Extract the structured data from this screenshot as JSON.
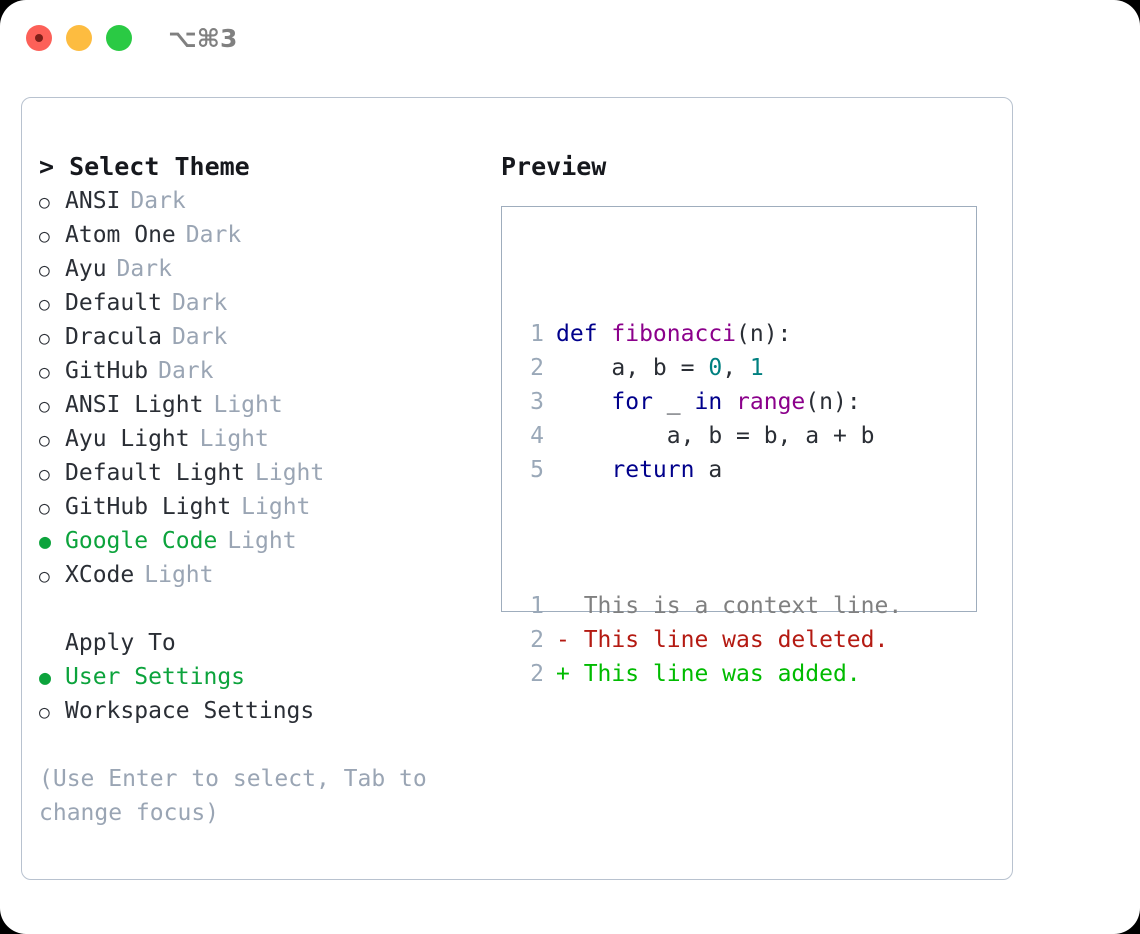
{
  "titlebar": {
    "shortcut": "⌥⌘3",
    "lights": [
      {
        "name": "close",
        "color": "#fc6058"
      },
      {
        "name": "minimize",
        "color": "#fdbc40"
      },
      {
        "name": "zoom",
        "color": "#2aca44"
      }
    ]
  },
  "theme_picker": {
    "heading": "> Select Theme",
    "selected_bullet": "●",
    "unselected_bullet": "○",
    "selected_color": "#0ca33c",
    "kind_color": "#9aa5b4",
    "options": [
      {
        "label": "ANSI",
        "kind": "Dark",
        "selected": false
      },
      {
        "label": "Atom One",
        "kind": "Dark",
        "selected": false
      },
      {
        "label": "Ayu",
        "kind": "Dark",
        "selected": false
      },
      {
        "label": "Default",
        "kind": "Dark",
        "selected": false
      },
      {
        "label": "Dracula",
        "kind": "Dark",
        "selected": false
      },
      {
        "label": "GitHub",
        "kind": "Dark",
        "selected": false
      },
      {
        "label": "ANSI Light",
        "kind": "Light",
        "selected": false
      },
      {
        "label": "Ayu Light",
        "kind": "Light",
        "selected": false
      },
      {
        "label": "Default Light",
        "kind": "Light",
        "selected": false
      },
      {
        "label": "GitHub Light",
        "kind": "Light",
        "selected": false
      },
      {
        "label": "Google Code",
        "kind": "Light",
        "selected": true
      },
      {
        "label": "XCode",
        "kind": "Light",
        "selected": false
      }
    ]
  },
  "apply_to": {
    "heading": "Apply To",
    "options": [
      {
        "label": "User Settings",
        "selected": true
      },
      {
        "label": "Workspace Settings",
        "selected": false
      }
    ]
  },
  "hint": "(Use Enter to select, Tab to change focus)",
  "preview": {
    "heading": "Preview",
    "code_lines": [
      {
        "no": "1",
        "tokens": [
          {
            "text": "def ",
            "cls": "t-kw"
          },
          {
            "text": "fibonacci",
            "cls": "t-fn"
          },
          {
            "text": "(n):",
            "cls": "t-pln"
          }
        ]
      },
      {
        "no": "2",
        "tokens": [
          {
            "text": "    a, b = ",
            "cls": "t-pln"
          },
          {
            "text": "0",
            "cls": "t-num"
          },
          {
            "text": ", ",
            "cls": "t-pln"
          },
          {
            "text": "1",
            "cls": "t-num"
          }
        ]
      },
      {
        "no": "3",
        "tokens": [
          {
            "text": "    ",
            "cls": "t-pln"
          },
          {
            "text": "for",
            "cls": "t-kw"
          },
          {
            "text": " _ ",
            "cls": "t-pln"
          },
          {
            "text": "in",
            "cls": "t-kw"
          },
          {
            "text": " ",
            "cls": "t-pln"
          },
          {
            "text": "range",
            "cls": "t-fn"
          },
          {
            "text": "(n):",
            "cls": "t-pln"
          }
        ]
      },
      {
        "no": "4",
        "tokens": [
          {
            "text": "        a, b = b, a + b",
            "cls": "t-pln"
          }
        ]
      },
      {
        "no": "5",
        "tokens": [
          {
            "text": "    ",
            "cls": "t-pln"
          },
          {
            "text": "return",
            "cls": "t-kw"
          },
          {
            "text": " a",
            "cls": "t-pln"
          }
        ]
      }
    ],
    "diff_lines": [
      {
        "no": "1",
        "marker": " ",
        "text": " This is a context line.",
        "cls": "d-ctx"
      },
      {
        "no": "2",
        "marker": "-",
        "text": " This line was deleted.",
        "cls": "d-del"
      },
      {
        "no": "2",
        "marker": "+",
        "text": " This line was added.",
        "cls": "d-add"
      }
    ]
  }
}
